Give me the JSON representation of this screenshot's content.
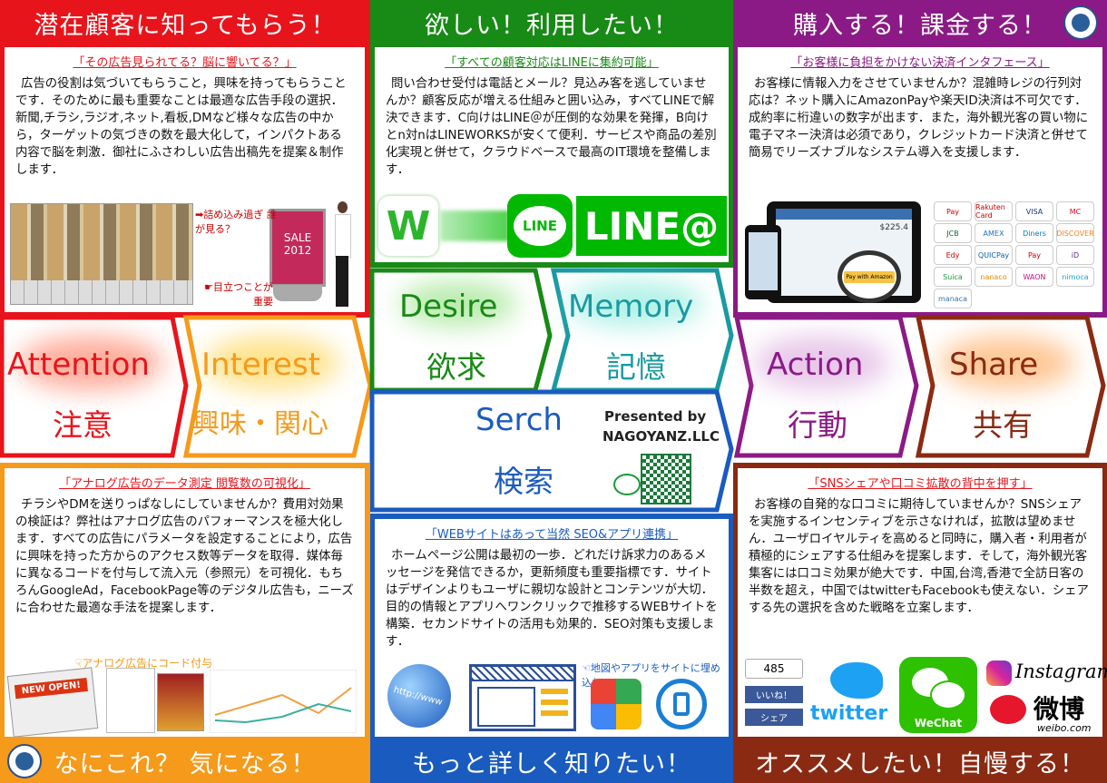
{
  "panels": {
    "attention": {
      "header": "潜在顧客に知ってもらう！",
      "subhead": "「その広告見られてる？脳に響いてる？」",
      "body": "広告の役割は気づいてもらうこと，興味を持ってもらうことです．そのために最も重要なことは最適な広告手段の選択．新聞,チラシ,ラジオ,ネット,看板,DMなど様々な広告の中から，ターゲットの気づきの数を最大化して，インパクトある内容で脳を刺激．御社にふさわしい広告出稿先を提案＆制作します．",
      "callout_1": "➡詰め込み過ぎ 誰が見る？",
      "callout_2": "☛目立つことが 重要",
      "poster_text": "SALE 2012"
    },
    "desire": {
      "header": "欲しい！利用したい！",
      "subhead": "「すべての顧客対応はLINEに集約可能」",
      "body": "問い合わせ受付は電話とメール？見込み客を逃していませんか？顧客反応が増える仕組みと囲い込み，すべてLINEで解決できます．C向けはLINE＠が圧倒的な効果を発揮，B向けとn対nはLINEWORKSが安くて便利．サービスや商品の差別化実現と併せて，クラウドベースで最高のIT環境を整備します．",
      "logo_w": "W",
      "logo_line": "LINE",
      "logo_lineat": "LINE@"
    },
    "action": {
      "header": "購入する！課金する！",
      "subhead": "「お客様に負担をかけない決済インタフェース」",
      "body": "お客様に情報入力をさせていませんか？混雑時レジの行列対応は？ネット購入にAmazonPayや楽天ID決済は不可欠です．成約率に桁違いの数字が出ます．また，海外観光客の買い物に電子マネー決済は必須であり，クレジットカード決済と併せて簡易でリーズナブルなシステム導入を支援します．",
      "pay_button": "Pay with Amazon",
      "price": "$225.4"
    },
    "interest": {
      "header": "なにこれ？ 気になる！",
      "subhead": "「アナログ広告のデータ測定 閲覧数の可視化」",
      "body": "チラシやDMを送りっぱなしにしていませんか？費用対効果の検証は？弊社はアナログ広告のパフォーマンスを極大化します．すべての広告にパラメータを設定することにより，広告に興味を持った方からのアクセス数等データを取得．媒体毎に異なるコードを付与して流入元（参照元）を可視化．もちろんGoogleAd，FacebookPage等のデジタル広告も，ニーズに合わせた最適な手法を提案します．",
      "callout": "☟アナログ広告にコード付与",
      "newspaper": "NEW OPEN!"
    },
    "search": {
      "header": "もっと詳しく知りたい！",
      "subhead": "「WEBサイトはあって当然 SEO&アプリ連携」",
      "body": "ホームページ公開は最初の一歩．どれだけ訴求力のあるメッセージを発信できるか，更新頻度も重要指標です．サイトはデザインよりもユーザに親切な設計とコンテンツが大切．目的の情報とアプリへワンクリックで推移するWEBサイトを構築．セカンドサイトの活用も効果的．SEO対策も支援します．",
      "callout": "☜地図やアプリをサイトに埋め込む",
      "globe_text": "http://www"
    },
    "share": {
      "header": "オススメしたい！自慢する！",
      "subhead": "「SNSシェアや口コミ拡散の背中を押す」",
      "body": "お客様の自発的な口コミに期待していませんか？SNSシェアを実施するインセンティブを示さなければ，拡散は望めません．ユーザロイヤルティを高めると同時に，購入者・利用者が積極的にシェアする仕組みを提案します．そして，海外観光客集客には口コミ効果が絶大です．中国,台湾,香港で全訪日客の半数を超え，中国ではtwitterもFacebookも使えない．シェアする先の選択を含めた戦略を立案します．",
      "like_count": "485",
      "like_label": "いいね！",
      "share_label": "シェア",
      "twitter": "twitter",
      "wechat": "WeChat",
      "instagram": "Instagram",
      "weibo": "微博",
      "weibo_url": "weibo.com"
    }
  },
  "flow": {
    "attention": {
      "en": "Attention",
      "jp": "注意"
    },
    "interest": {
      "en": "Interest",
      "jp": "興味・関心"
    },
    "desire": {
      "en": "Desire",
      "jp": "欲求"
    },
    "memory": {
      "en": "Memory",
      "jp": "記憶"
    },
    "search": {
      "en": "Serch",
      "jp": "検索"
    },
    "action": {
      "en": "Action",
      "jp": "行動"
    },
    "share": {
      "en": "Share",
      "jp": "共有"
    },
    "presented_by": "Presented by",
    "company": "NAGOYANZ.LLC"
  },
  "payment_chips": [
    "Pay",
    "Rakuten Card",
    "VISA",
    "MC",
    "JCB",
    "AMEX",
    "Diners",
    "DISCOVER",
    "Edy",
    "QUICPay",
    "Pay",
    "iD",
    "Suica",
    "nanaco",
    "WAON",
    "nimoca",
    "manaca"
  ],
  "colors": {
    "red": "#e8141b",
    "orange": "#f59a1b",
    "green": "#188a16",
    "teal": "#1a9aa0",
    "blue": "#1a5bbf",
    "purple": "#8b1a86",
    "brown": "#8a2a12"
  },
  "icons": [
    "company-logo-icon",
    "globe-icon",
    "google-maps-icon",
    "phone-icon",
    "qr-code-icon",
    "pointing-hand-icon",
    "twitter-bird-icon",
    "wechat-icon",
    "instagram-icon",
    "weibo-icon"
  ]
}
